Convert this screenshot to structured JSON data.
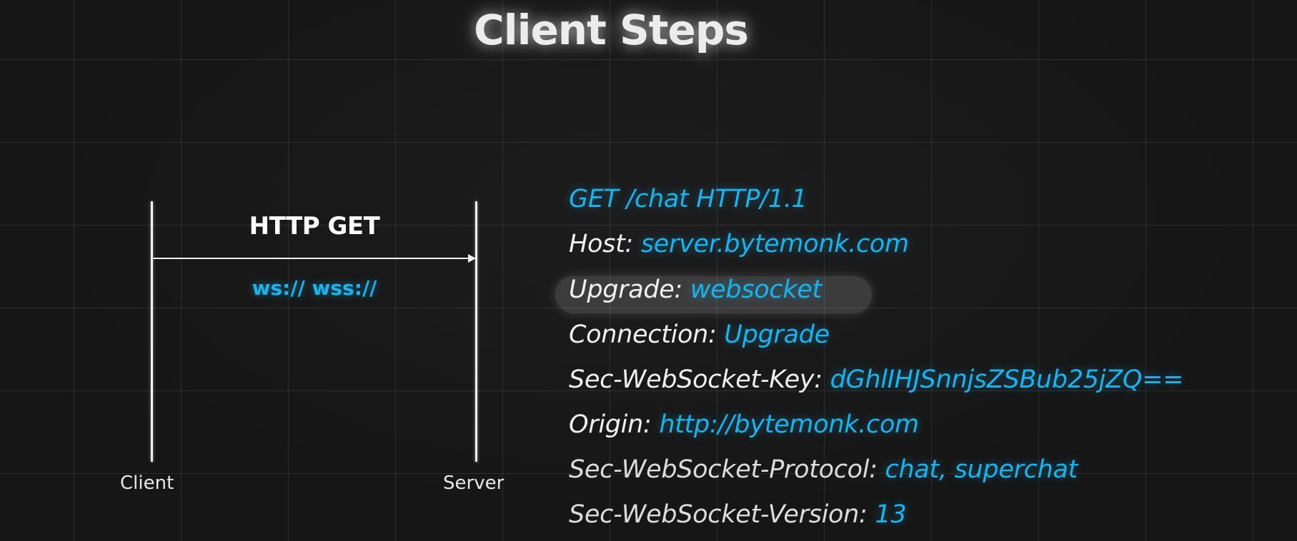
{
  "title": "Client Steps",
  "diagram": {
    "arrow_label": "HTTP GET",
    "protocols": "ws:// wss://",
    "client_label": "Client",
    "server_label": "Server"
  },
  "request": {
    "request_line": "GET /chat HTTP/1.1",
    "headers": [
      {
        "key": "Host:",
        "value": "server.bytemonk.com"
      },
      {
        "key": "Upgrade:",
        "value": "websocket"
      },
      {
        "key": "Connection:",
        "value": "Upgrade"
      },
      {
        "key": "Sec-WebSocket-Key:",
        "value": "dGhlIHJSnnjsZSBub25jZQ=="
      },
      {
        "key": "Origin:",
        "value": "http://bytemonk.com"
      },
      {
        "key": "Sec-WebSocket-Protocol:",
        "value": "chat, superchat"
      },
      {
        "key": "Sec-WebSocket-Version:",
        "value": "13"
      }
    ],
    "highlighted_header": "Upgrade:"
  },
  "colors": {
    "background": "#161616",
    "accent": "#1ab3ec",
    "text": "#f0f0f0"
  }
}
